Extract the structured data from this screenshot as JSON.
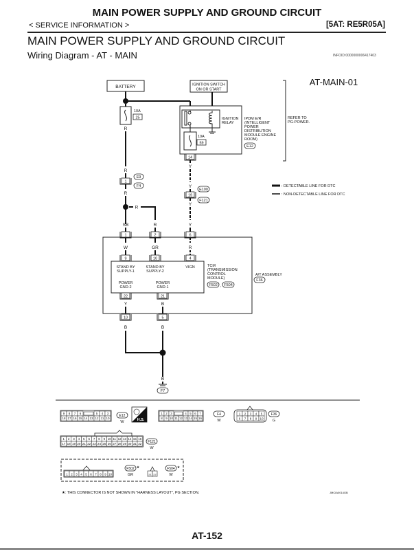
{
  "header": {
    "title": "MAIN POWER SUPPLY AND GROUND CIRCUIT",
    "section": "< SERVICE INFORMATION >",
    "model_code": "[5AT: RE5R05A]"
  },
  "page": {
    "heading": "MAIN POWER SUPPLY AND GROUND CIRCUIT",
    "subheading": "Wiring Diagram - AT - MAIN",
    "infoid": "INFOID:0000000006417403",
    "page_number": "AT-152"
  },
  "diagram": {
    "id": "AT-MAIN-01",
    "battery": "BATTERY",
    "ignition_switch": [
      "IGNITION SWITCH",
      "ON OR START"
    ],
    "fuse1": {
      "rating": "10A",
      "number": "25"
    },
    "fuse2": {
      "rating": "10A",
      "number": "59"
    },
    "ignition_relay": [
      "IGNITION",
      "RELAY"
    ],
    "ipdm": [
      "IPDM E/R",
      "(INTELLIGENT",
      "POWER",
      "DISTRIBUTION",
      "MODULE ENGINE",
      "ROOM)"
    ],
    "ipdm_connector": "E12",
    "refer_to": [
      "REFER TO",
      "PG-POWER."
    ],
    "legend": {
      "detectable": ": DETECTABLE LINE FOR DTC",
      "non_detectable": ": NON-DETECTABLE LINE FOR DTC"
    },
    "wires": {
      "r1": "R",
      "r2": "R",
      "r3": "R",
      "r4": "R",
      "r5": "R",
      "sb": "SB",
      "w": "W",
      "gr": "GR",
      "r6": "R",
      "y1": "Y",
      "y2": "Y",
      "y3": "Y",
      "y4": "Y",
      "y5": "Y",
      "b1": "B",
      "b2": "B",
      "b3": "B",
      "b4": "B"
    },
    "pins": {
      "ipdm_14": "14",
      "e9_1": "1",
      "f4_19": "19",
      "at_1": "1",
      "at_2": "2",
      "at_6": "6",
      "tcm_9": "9",
      "tcm_10": "10",
      "tcm_4": "4",
      "tcm_22": "22",
      "tcm_21": "21",
      "at_10": "10",
      "at_5": "5"
    },
    "connectors": {
      "e9": "E9",
      "f4": "F4",
      "e100": "E100",
      "f121": "F121",
      "f502": "F502",
      "f504": "F504",
      "f36": "F36",
      "f7": "F7"
    },
    "tcm": {
      "standby1": [
        "STAND BY",
        "SUPPLY-1"
      ],
      "standby2": [
        "STAND BY",
        "SUPPLY-2"
      ],
      "vign": "VIGN",
      "gnd2": [
        "POWER",
        "GND-2"
      ],
      "gnd1": [
        "POWER",
        "GND-1"
      ],
      "name": [
        "TCM",
        "(TRANSMISSION",
        "CONTROL",
        "MODULE)"
      ],
      "sep": ","
    },
    "at_assembly": "A/T ASSEMBLY"
  },
  "connector_views": {
    "e12": {
      "id": "E12",
      "color": "W",
      "top": [
        "9",
        "8",
        "7",
        "6",
        "",
        "5",
        "4",
        "3"
      ],
      "bottom": [
        "18",
        "17",
        "16",
        "15",
        "14",
        "13",
        "12",
        "11",
        "10"
      ]
    },
    "hs": "H.S.",
    "f4": {
      "id": "F4",
      "color": "W",
      "top": [
        "1",
        "2",
        "3",
        "",
        "4",
        "5",
        "6",
        "7"
      ],
      "bottom": [
        "8",
        "9",
        "10",
        "11",
        "12",
        "13",
        "14",
        "15",
        "16"
      ]
    },
    "f36": {
      "id": "F36",
      "color": "G",
      "top": [
        "1",
        "2",
        "3",
        "4",
        "5"
      ],
      "bottom": [
        "6",
        "7",
        "8",
        "9",
        "10"
      ]
    },
    "f121": {
      "id": "F121",
      "color": "W",
      "top": [
        "1",
        "2",
        "3",
        "4",
        "5",
        "6",
        "7",
        "8",
        "9",
        "10",
        "11",
        "12",
        "13",
        "14",
        "15",
        "16"
      ],
      "bottom": [
        "17",
        "18",
        "19",
        "20",
        "21",
        "22",
        "23",
        "24",
        "25",
        "26",
        "27",
        "28",
        "29",
        "30",
        "31",
        "32"
      ]
    },
    "f502": {
      "id": "F502",
      "color": "GR",
      "pins": [
        "1",
        "2",
        "3",
        "4",
        "5",
        "6",
        "7",
        "8",
        "9",
        "10"
      ]
    },
    "f504": {
      "id": "F504",
      "color": "W",
      "pins": [
        "21",
        "22"
      ]
    },
    "star": "★"
  },
  "footnote": "★: THIS CONNECTOR IS NOT SHOWN IN \"HARNESS LAYOUT\", PG SECTION.",
  "figure_code": "JMCIA0014GB"
}
